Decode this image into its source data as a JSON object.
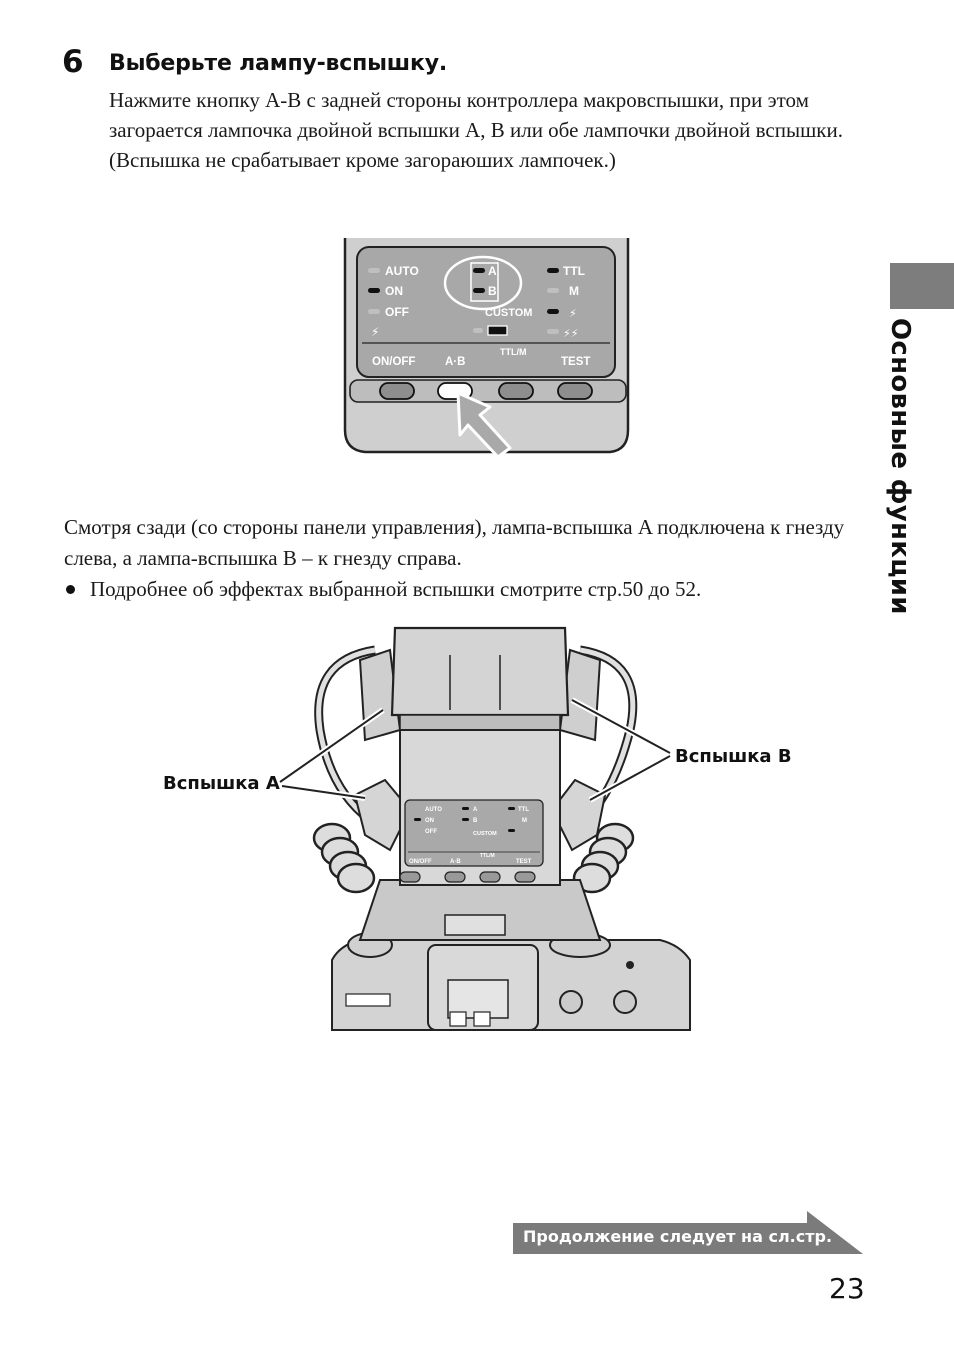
{
  "step": {
    "number": "6",
    "title": "Выберьте лампу-вспышку.",
    "body": "Нажмите кнопку A-B с задней стороны контроллера макровспышки, при этом загорается лампочка двойной вспышки A, B или обе лампочки двойной вспышки. (Вспышка не срабатывает кроме загораюших лампочек.)"
  },
  "panel": {
    "left_labels": [
      "AUTO",
      "ON",
      "OFF"
    ],
    "center_labels": [
      "A",
      "B",
      "CUSTOM"
    ],
    "right_labels": [
      "TTL",
      "M"
    ],
    "buttons": [
      "ON/OFF",
      "A·B",
      "TTL/M",
      "TEST"
    ]
  },
  "paragraph": "Смотря сзади (со стороны панели управления), лампа-вспышка A подключена к гнезду слева, а лампа-вспышка B – к гнезду справа.",
  "bullet": "Подробнее об эффектах выбранной вспышки смотрите стр.50 до 52.",
  "figure2": {
    "label_a": "Вспышка A",
    "label_b": "Вспышка B"
  },
  "side_tab": "Основные функции",
  "continued": "Продолжение следует на сл.стр.",
  "page_number": "23",
  "colors": {
    "panel_bg": "#c9c9c9",
    "panel_screen": "#a9a9a9",
    "tab_gray": "#7d7d7d",
    "banner_gray": "#7b7b7b"
  }
}
